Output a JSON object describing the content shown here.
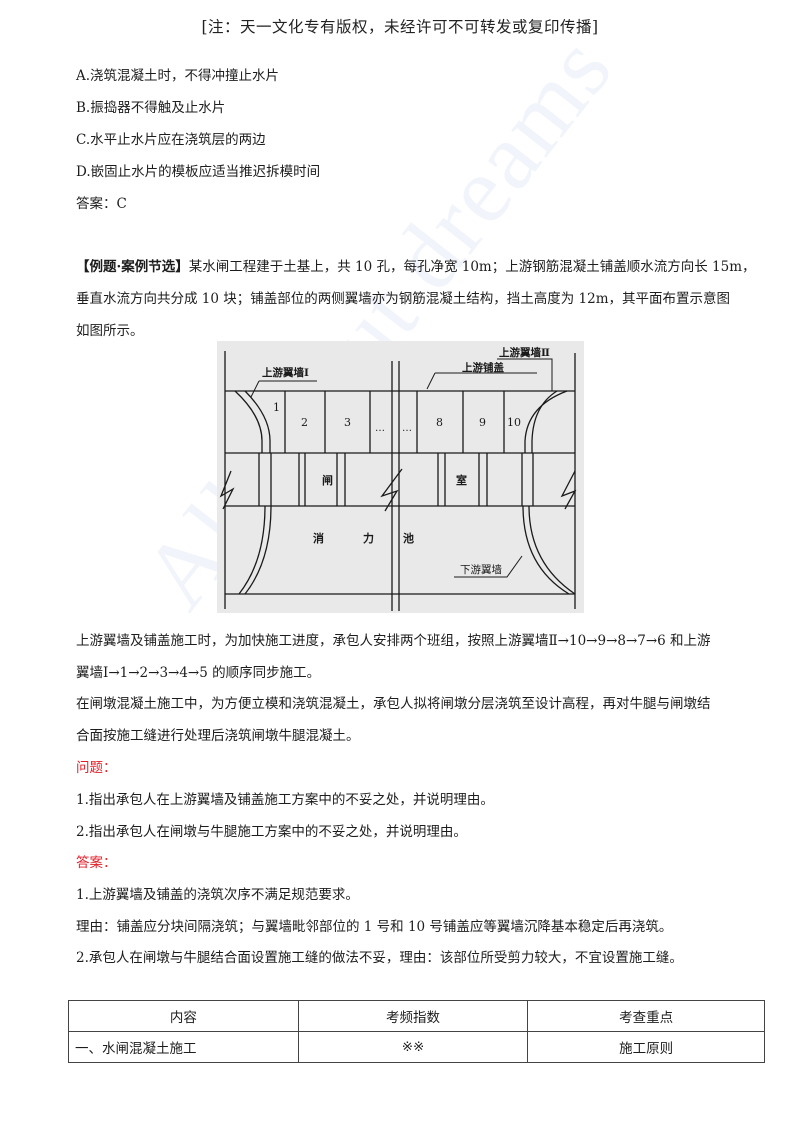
{
  "header": {
    "copyright_note": "[注：天一文化专有版权，未经许可不可转发或复印传播]"
  },
  "watermark": "All about dreams",
  "previous_question": {
    "options": [
      "A.浇筑混凝土时，不得冲撞止水片",
      "B.振捣器不得触及止水片",
      "C.水平止水片应在浇筑层的两边",
      "D.嵌固止水片的模板应适当推迟拆模时间"
    ],
    "answer": "答案：C"
  },
  "example": {
    "tag": "【例题·案例节选】",
    "intro_lines": [
      "某水闸工程建于土基上，共 10 孔，每孔净宽 10m；上游钢筋混凝土铺盖顺水流方向长 15m，",
      "垂直水流方向共分成 10 块；铺盖部位的两侧翼墙亦为钢筋混凝土结构，挡土高度为 12m，其平面布置示意图",
      "如图所示。"
    ],
    "diagram": {
      "labels": {
        "upstream_wing_wall_1": "上游翼墙Ⅰ",
        "upstream_wing_wall_2": "上游翼墙Ⅱ",
        "upstream_blanket": "上游铺盖",
        "sluice_chamber_1": "闸",
        "sluice_chamber_2": "室",
        "stilling_basin_1": "消",
        "stilling_basin_2": "力",
        "stilling_basin_3": "池",
        "downstream_wing_wall": "下游翼墙",
        "ellipsis": "…"
      },
      "block_numbers": [
        "1",
        "2",
        "3",
        "8",
        "9",
        "10"
      ]
    },
    "body_lines": [
      "上游翼墙及铺盖施工时，为加快施工进度，承包人安排两个班组，按照上游翼墙Ⅱ→10→9→8→7→6 和上游",
      "翼墙Ⅰ→1→2→3→4→5 的顺序同步施工。",
      "在闸墩混凝土施工中，为方便立模和浇筑混凝土，承包人拟将闸墩分层浇筑至设计高程，再对牛腿与闸墩结",
      "合面按施工缝进行处理后浇筑闸墩牛腿混凝土。"
    ],
    "questions_heading": "问题：",
    "questions": [
      "1.指出承包人在上游翼墙及铺盖施工方案中的不妥之处，并说明理由。",
      "2.指出承包人在闸墩与牛腿施工方案中的不妥之处，并说明理由。"
    ],
    "answers_heading": "答案：",
    "answers": [
      "1.上游翼墙及铺盖的浇筑次序不满足规范要求。",
      "理由：铺盖应分块间隔浇筑；与翼墙毗邻部位的 1 号和 10 号铺盖应等翼墙沉降基本稳定后再浇筑。",
      "2.承包人在闸墩与牛腿结合面设置施工缝的做法不妥，理由：该部位所受剪力较大，不宜设置施工缝。"
    ]
  },
  "summary_table": {
    "headers": [
      "内容",
      "考频指数",
      "考查重点"
    ],
    "rows": [
      [
        "一、水闸混凝土施工",
        "※※",
        "施工原则"
      ]
    ]
  },
  "colors": {
    "heading_red": "#e0202a",
    "text": "#1d1d1d",
    "watermark": "#7896d7",
    "diagram_bg": "#e9e9e9"
  }
}
